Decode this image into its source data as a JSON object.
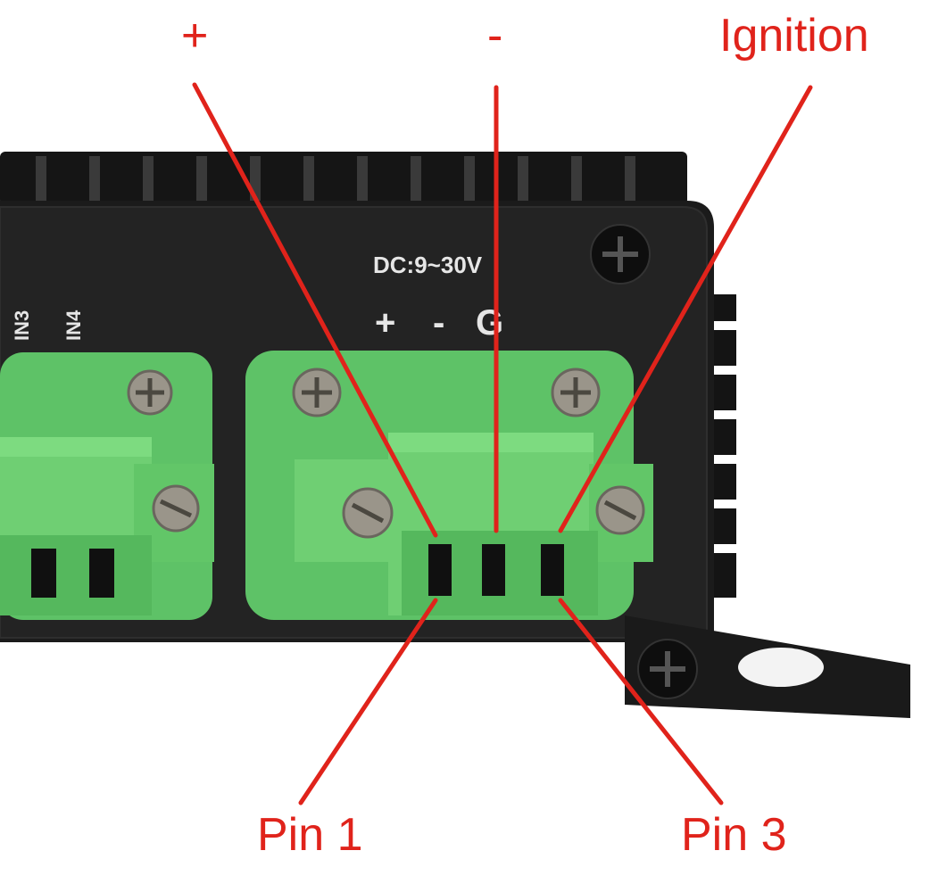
{
  "callouts": {
    "plus": "+",
    "minus": "-",
    "ignition": "Ignition",
    "pin1": "Pin 1",
    "pin3": "Pin 3"
  },
  "device_labels": {
    "power_rating": "DC:9~30V",
    "terminal_plus": "+",
    "terminal_minus": "-",
    "terminal_g": "G",
    "in3": "IN3",
    "in4": "IN4"
  },
  "colors": {
    "callout_red": "#e0231b",
    "housing_black": "#1a1a1a",
    "terminal_green": "#6fcf73"
  }
}
